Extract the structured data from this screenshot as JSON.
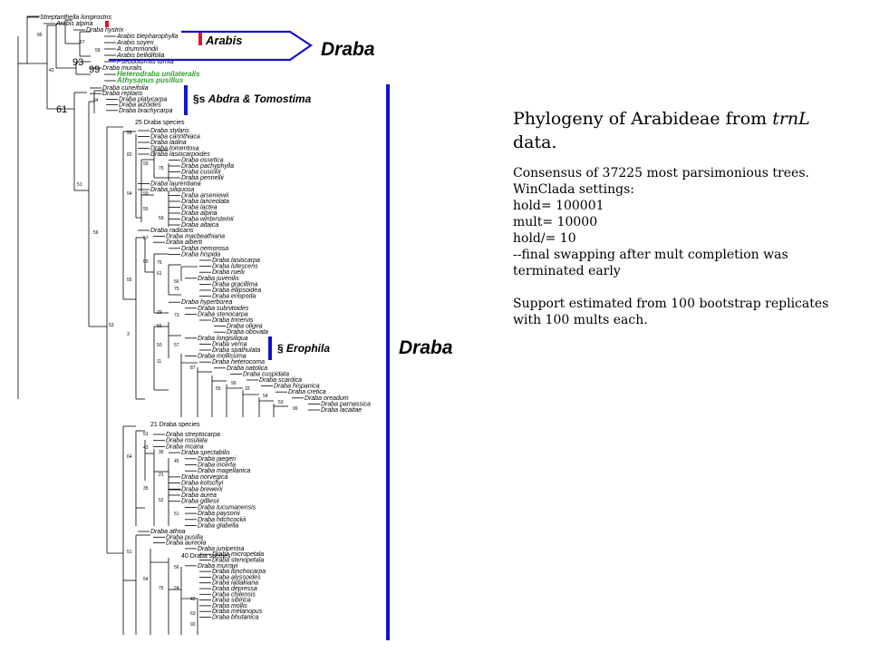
{
  "caption": {
    "title_pre": "Phylogeny of Arabideae from ",
    "title_gene": "trnL",
    "title_post": " data.",
    "consensus": "Consensus of 37225 most parsimonious trees.",
    "settings_heading": "WinClada settings:",
    "hold": "hold= 100001",
    "mult": "mult= 10000",
    "hold_div": "hold/= 10",
    "final_swap": "--final swapping after mult completion was terminated early",
    "support": "Support estimated from 100 bootstrap replicates with 100 mults each."
  },
  "labels": {
    "arabis": "Arabis",
    "draba_top": "Draba",
    "draba_mid": "Draba",
    "abdra_prefix": "§s ",
    "abdra_name": "Abdra & Tomostima",
    "erophila_prefix": "§ ",
    "erophila_name": "Erophila"
  },
  "group_labels": {
    "g25": "25 Draba species",
    "g21": "21 Draba species",
    "g40": "40 Draba species"
  },
  "colors": {
    "red": "#e8102a",
    "blue": "#1414c8",
    "green": "#2e9e2e"
  },
  "support_big": [
    "93",
    "99",
    "61"
  ],
  "supports": [
    "85",
    "67",
    "59",
    "42",
    "54",
    "51",
    "56",
    "53",
    "55",
    "82",
    "59",
    "75",
    "54",
    "59",
    "55",
    "59",
    "57",
    "60",
    "75",
    "61",
    "56",
    "75",
    "55",
    "29",
    "73",
    "55",
    "3",
    "50",
    "57",
    "11",
    "64",
    "51",
    "43",
    "36",
    "45",
    "21",
    "35",
    "52",
    "51",
    "51",
    "54",
    "75",
    "56",
    "24",
    "42",
    "63",
    "92",
    "55",
    "99",
    "33",
    "54",
    "53",
    "99",
    "87"
  ],
  "taxa": [
    "Streptanthella longirostris",
    "Arabis alpina",
    "Draba hystrix",
    "Arabis blepharophylla",
    "Arabis soyeri",
    "A. drummondii",
    "Arabis bellidifolia",
    "Pseudoturritis turrita",
    "Draba muralis",
    "Heterodraba unilateralis",
    "Athysanus pusillus",
    "Draba cuneifolia",
    "Draba reptans",
    "Draba platycarpa",
    "Draba aizoides",
    "Draba brachycarpa",
    "Draba stylaris",
    "Draba carinthiaca",
    "Draba ladina",
    "Draba tomentosa",
    "Draba lasiocarpoides",
    "Draba ossetica",
    "Draba pachyphylla",
    "Draba cusickii",
    "Draba pennellii",
    "Draba laurentiana",
    "Draba siliquosa",
    "Draba arseniewii",
    "Draba lanceolata",
    "Draba lactea",
    "Draba alpina",
    "Draba wintersteinii",
    "Draba altaica",
    "Draba radicans",
    "Draba macbeathiana",
    "Draba alberti",
    "Draba nemorosa",
    "Draba hispida",
    "Draba lasiocarpa",
    "Draba lutescens",
    "Draba ruelii",
    "Draba juvenilis",
    "Draba gracillima",
    "Draba ellipsoidea",
    "Draba eriopoda",
    "Draba hyperborea",
    "Draba subnitoides",
    "Draba stenocarpa",
    "Draba trinervis",
    "Draba oligea",
    "Draba obovata",
    "Draba longisiliqua",
    "Draba verna",
    "Draba spathulata",
    "Draba mollissima",
    "Draba heterocoma",
    "Draba natolica",
    "Draba cuspidata",
    "Draba scardica",
    "Draba hispanica",
    "Draba cretica",
    "Draba oreadum",
    "Draba parnassica",
    "Draba lacaitae",
    "Draba streptocarpa",
    "Draba rosulata",
    "Draba incana",
    "Draba spectabilis",
    "Draba jaegeri",
    "Draba incerta",
    "Draba magellanica",
    "Draba norvegica",
    "Draba kotschyi",
    "Draba brewerii",
    "Draba aurea",
    "Draba gilliesii",
    "Draba tucumanensis",
    "Draba paysonii",
    "Draba hitchcockii",
    "Draba glabella",
    "Draba athoa",
    "Draba pusilla",
    "Draba aureola",
    "Draba juniperina",
    "Draba micropetala",
    "Draba stenopetala",
    "Draba murrayi",
    "Draba lonchocarpa",
    "Draba alyssoides",
    "Draba ladakiana",
    "Draba depressa",
    "Draba chilensis",
    "Draba sibirica",
    "Draba mollis",
    "Draba melanopus",
    "Draba bhutanica"
  ]
}
